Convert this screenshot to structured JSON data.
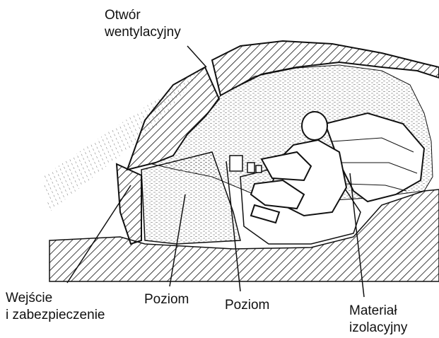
{
  "labels": {
    "vent": [
      "Otwór",
      "wentylacyjny"
    ],
    "entrance": [
      "Wejście",
      "i zabezpieczenie"
    ],
    "level_1": [
      "Poziom"
    ],
    "level_2": [
      "Poziom"
    ],
    "insulation": [
      "Materiał",
      "izolacyjny"
    ]
  },
  "colors": {
    "ink": "#111111",
    "paper": "#ffffff"
  }
}
